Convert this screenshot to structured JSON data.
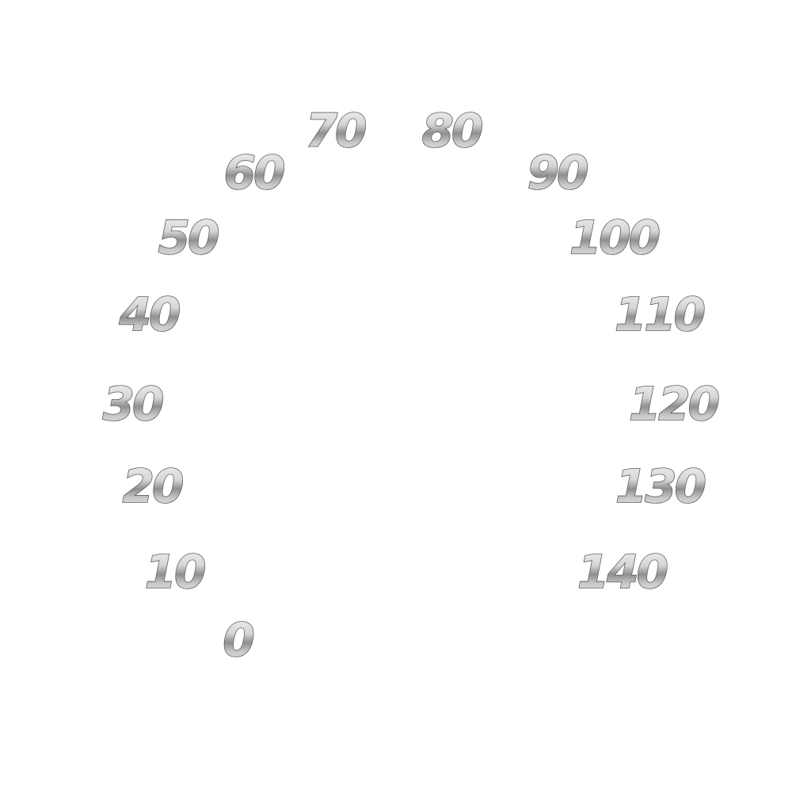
{
  "dial": {
    "labels": [
      "0",
      "10",
      "20",
      "30",
      "40",
      "50",
      "60",
      "70",
      "80",
      "90",
      "100",
      "110",
      "120",
      "130",
      "140"
    ],
    "colors": {
      "background": "#ffffff",
      "chrome_light": "#f4f4f4",
      "chrome_mid": "#b9b9b9",
      "chrome_dark": "#7d7d7d",
      "outline": "#5f5f5f"
    }
  }
}
